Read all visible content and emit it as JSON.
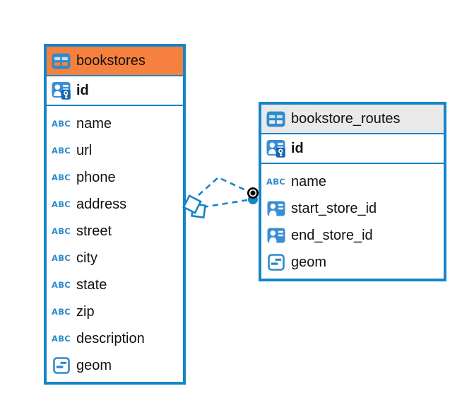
{
  "colors": {
    "line_blue": "#1585c8",
    "icon_blue": "#2f8bcb",
    "header_orange": "#f6803e",
    "header_gray": "#e9e9e9",
    "text": "#111111",
    "background": "#ffffff"
  },
  "icons": {
    "table": "table-grid-icon",
    "primary_key": "person-key-icon",
    "reference": "person-card-icon",
    "geometry": "geometry-box-icon",
    "text_type_label": "ABC"
  },
  "tables": [
    {
      "name": "bookstores",
      "header_style": "orange",
      "primary_key": {
        "name": "id",
        "type": "primary-key"
      },
      "columns": [
        {
          "name": "name",
          "type": "text"
        },
        {
          "name": "url",
          "type": "text"
        },
        {
          "name": "phone",
          "type": "text"
        },
        {
          "name": "address",
          "type": "text"
        },
        {
          "name": "street",
          "type": "text"
        },
        {
          "name": "city",
          "type": "text"
        },
        {
          "name": "state",
          "type": "text"
        },
        {
          "name": "zip",
          "type": "text"
        },
        {
          "name": "description",
          "type": "text"
        },
        {
          "name": "geom",
          "type": "geometry"
        }
      ]
    },
    {
      "name": "bookstore_routes",
      "header_style": "gray",
      "primary_key": {
        "name": "id",
        "type": "primary-key"
      },
      "columns": [
        {
          "name": "name",
          "type": "text"
        },
        {
          "name": "start_store_id",
          "type": "reference"
        },
        {
          "name": "end_store_id",
          "type": "reference"
        },
        {
          "name": "geom",
          "type": "geometry"
        }
      ]
    }
  ],
  "relationships": [
    {
      "from_table": "bookstores",
      "to_table": "bookstore_routes",
      "line_style": "dashed",
      "source_marker": "diamond",
      "target_marker": "black-dot"
    },
    {
      "from_table": "bookstores",
      "to_table": "bookstore_routes",
      "line_style": "dashed",
      "source_marker": "diamond",
      "target_marker": "blue-dot"
    }
  ]
}
